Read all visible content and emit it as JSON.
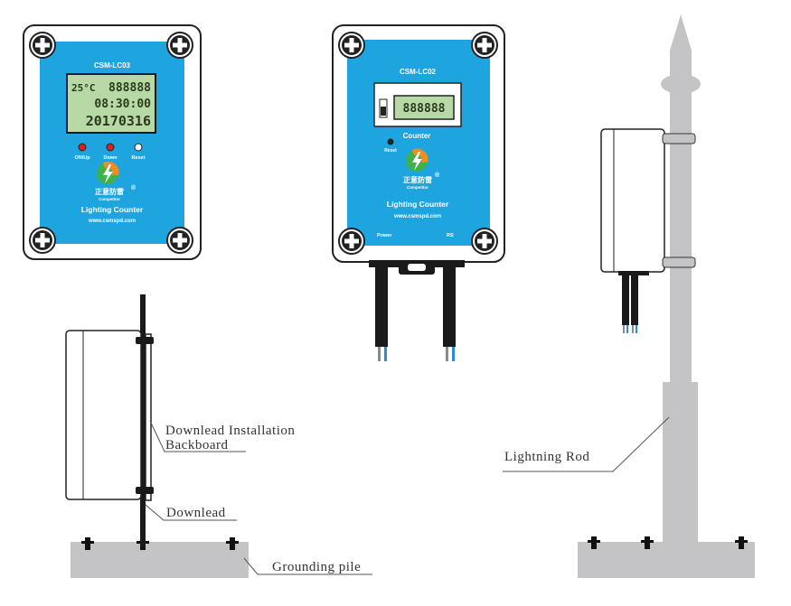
{
  "device_lc03": {
    "model": "CSM-LC03",
    "lcd_line1_temp": "25°C",
    "lcd_line1_count": "888888",
    "lcd_line2": "08:30:00",
    "lcd_line3": "20170316",
    "buttons": [
      "ON/Up",
      "Down",
      "Reset"
    ],
    "brand_cn": "正意防雷",
    "brand_en": "Competitor",
    "product": "Lighting Counter",
    "url": "www.csmspd.com"
  },
  "device_lc02": {
    "model": "CSM-LC02",
    "lcd_count": "888888",
    "counter_label": "Counter",
    "reset_label": "Reset",
    "brand_cn": "正意防雷",
    "brand_en": "Competitor",
    "product": "Lighting Counter",
    "url": "www.csmspd.com",
    "power_label": "Power",
    "rs_label": "RS"
  },
  "callouts": {
    "backboard_line1": "Downlead Installation",
    "backboard_line2": "Backboard",
    "downlead": "Downlead",
    "grounding": "Grounding pile",
    "rod": "Lightning Rod"
  },
  "colors": {
    "panel_blue": "#1ea5e0",
    "lcd_green": "#b7d9a6",
    "ground_gray": "#c4c4c6",
    "led_red": "#d62222"
  }
}
